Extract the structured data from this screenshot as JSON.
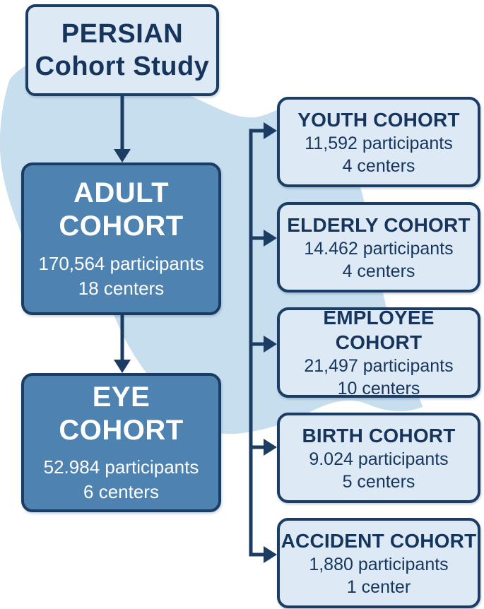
{
  "diagram": {
    "title": "PERSIAN Cohort Study flowchart",
    "root": {
      "title_line1": "PERSIAN",
      "title_line2": "Cohort Study"
    },
    "main_cohorts": [
      {
        "name_line1": "ADULT",
        "name_line2": "COHORT",
        "participants": "170,564 participants",
        "centers": "18 centers"
      },
      {
        "name_line1": "EYE",
        "name_line2": "COHORT",
        "participants": "52.984 participants",
        "centers": "6 centers"
      }
    ],
    "sub_cohorts": [
      {
        "name": "YOUTH COHORT",
        "participants": "11,592 participants",
        "centers": "4 centers"
      },
      {
        "name": "ELDERLY COHORT",
        "participants": "14.462 participants",
        "centers": "4 centers"
      },
      {
        "name": "EMPLOYEE COHORT",
        "participants": "21,497 participants",
        "centers": "10 centers"
      },
      {
        "name": "BIRTH COHORT",
        "participants": "9.024 participants",
        "centers": "5 centers"
      },
      {
        "name": "ACCIDENT COHORT",
        "participants": "1,880 participants",
        "centers": "1 center"
      }
    ],
    "colors": {
      "navy": "#1b3c63",
      "mid_blue": "#4e82b0",
      "light_panel": "#ddeaf6",
      "map_fill": "#c7deee",
      "background": "#ffffff",
      "text_on_dark": "#ffffff",
      "text_on_light": "#16355c"
    }
  }
}
